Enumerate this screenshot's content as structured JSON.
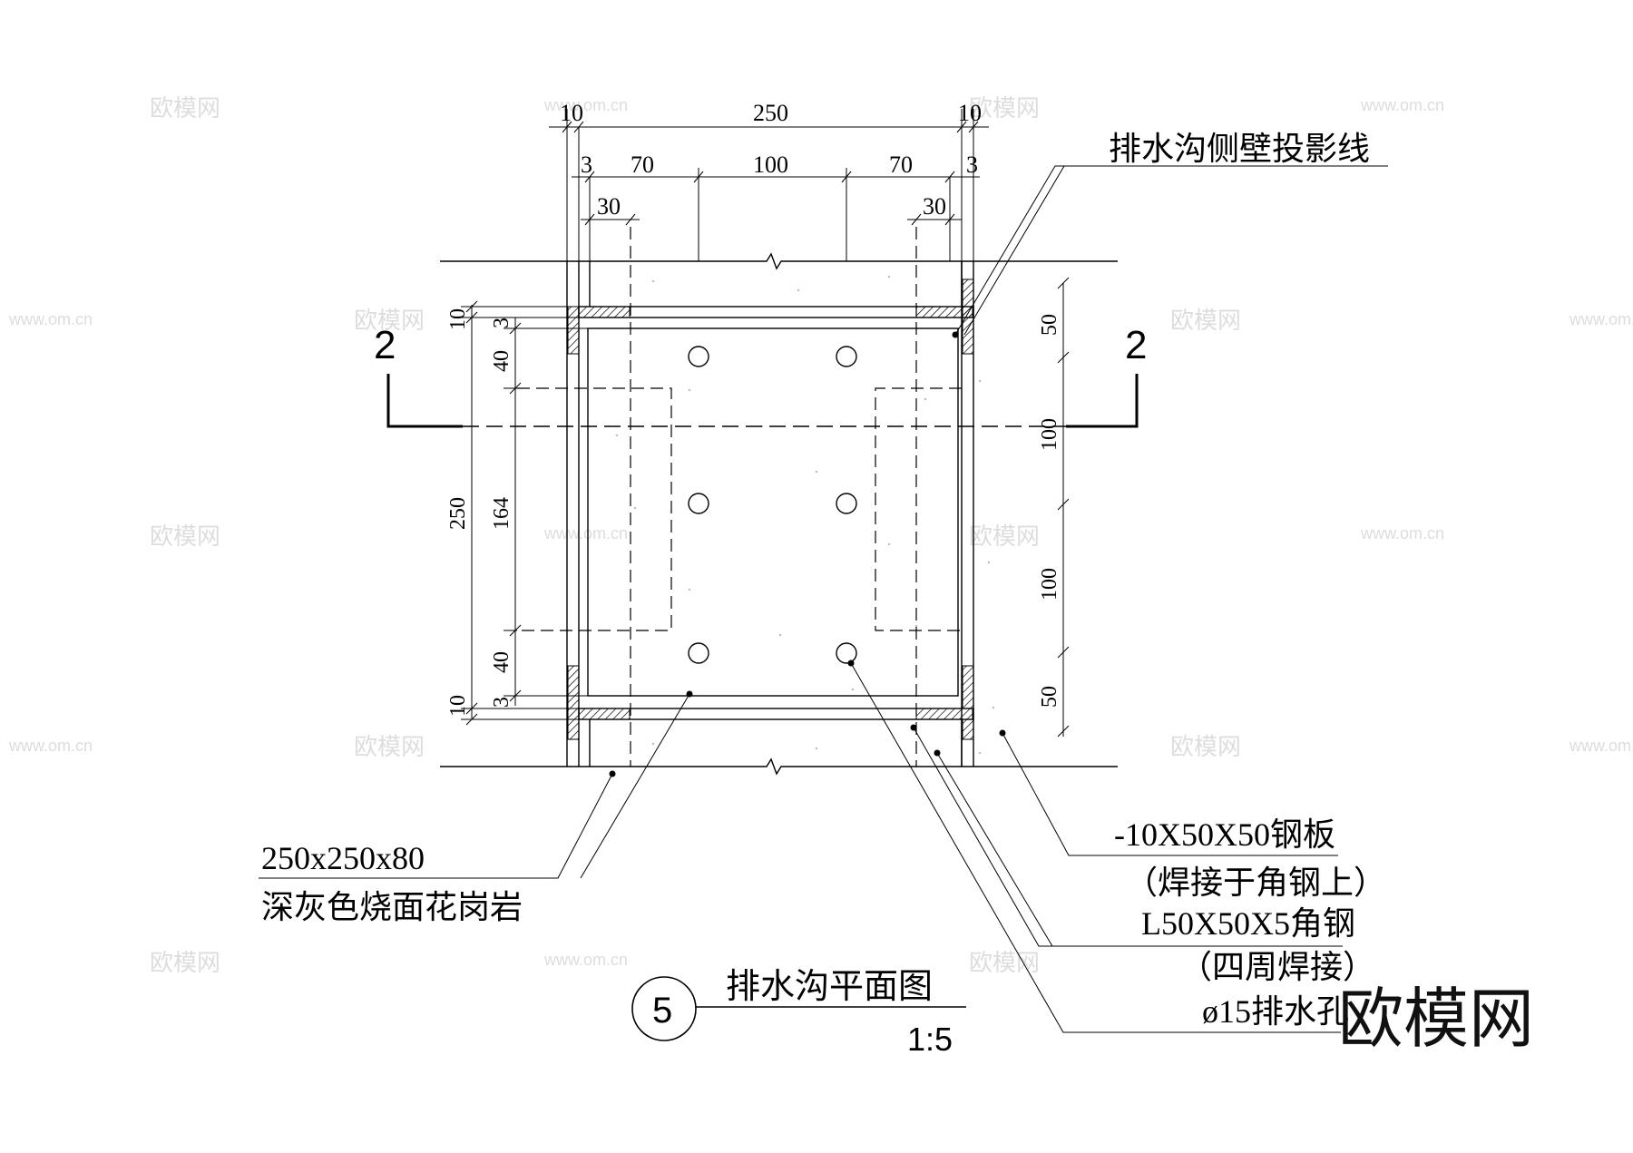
{
  "drawing": {
    "title": "排水沟平面图",
    "scale": "1:5",
    "detail_number": "5",
    "section_marks": {
      "left": "2",
      "right": "2"
    }
  },
  "dimensions": {
    "top_row1": [
      "10",
      "250",
      "10"
    ],
    "top_row2": [
      "3",
      "70",
      "100",
      "70",
      "3"
    ],
    "top_row3": [
      "30",
      "30"
    ],
    "left_outer": [
      "10",
      "250",
      "10"
    ],
    "left_inner": [
      "3",
      "40",
      "164",
      "40",
      "3"
    ],
    "right": [
      "50",
      "100",
      "100",
      "50"
    ]
  },
  "callouts": {
    "side_wall": "排水沟侧壁投影线",
    "granite_size": "250x250x80",
    "granite_desc": "深灰色烧面花岗岩",
    "steel_plate": "-10X50X50钢板",
    "steel_plate_note": "（焊接于角钢上）",
    "angle_steel": "L50X50X5角钢",
    "angle_steel_note": "（四周焊接）",
    "drain_hole": "ø15排水孔"
  },
  "watermark": {
    "brand": "欧模网",
    "url": "www.om.cn"
  }
}
